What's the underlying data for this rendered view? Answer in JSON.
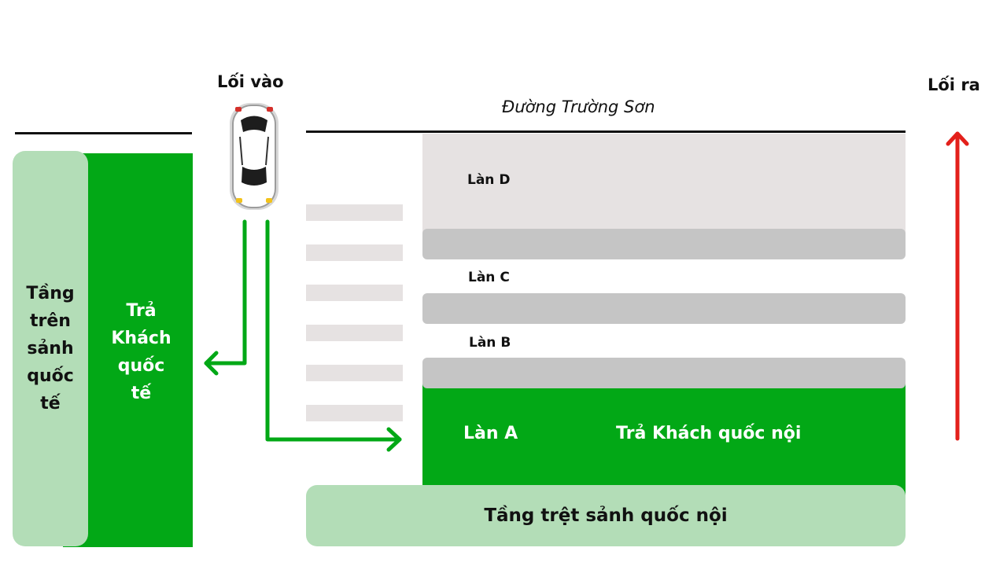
{
  "entrance_label": "Lối vào",
  "exit_label": "Lối ra",
  "road_name": "Đường Trường Sơn",
  "lanes": {
    "d": "Làn D",
    "c": "Làn C",
    "b": "Làn B",
    "a": "Làn A"
  },
  "domestic_dropoff": "Trả Khách quốc nội",
  "domestic_ground_floor": "Tầng trệt sảnh quốc nội",
  "international_dropoff": [
    "Trả",
    "Khách",
    "quốc",
    "tế"
  ],
  "international_upper_floor": [
    "Tầng",
    "trên",
    "sảnh",
    "quốc",
    "tế"
  ],
  "colors": {
    "lane_green": "#02a816",
    "hall_green": "#b3ddb7",
    "lane_grey": "#c5c5c5",
    "road_grey": "#e6e2e2",
    "exit_arrow": "#e3201b"
  },
  "icons": {
    "car": "car-top-view-icon",
    "route_arrows": "green-route-arrow-icon",
    "exit_arrow": "red-up-arrow-icon"
  }
}
